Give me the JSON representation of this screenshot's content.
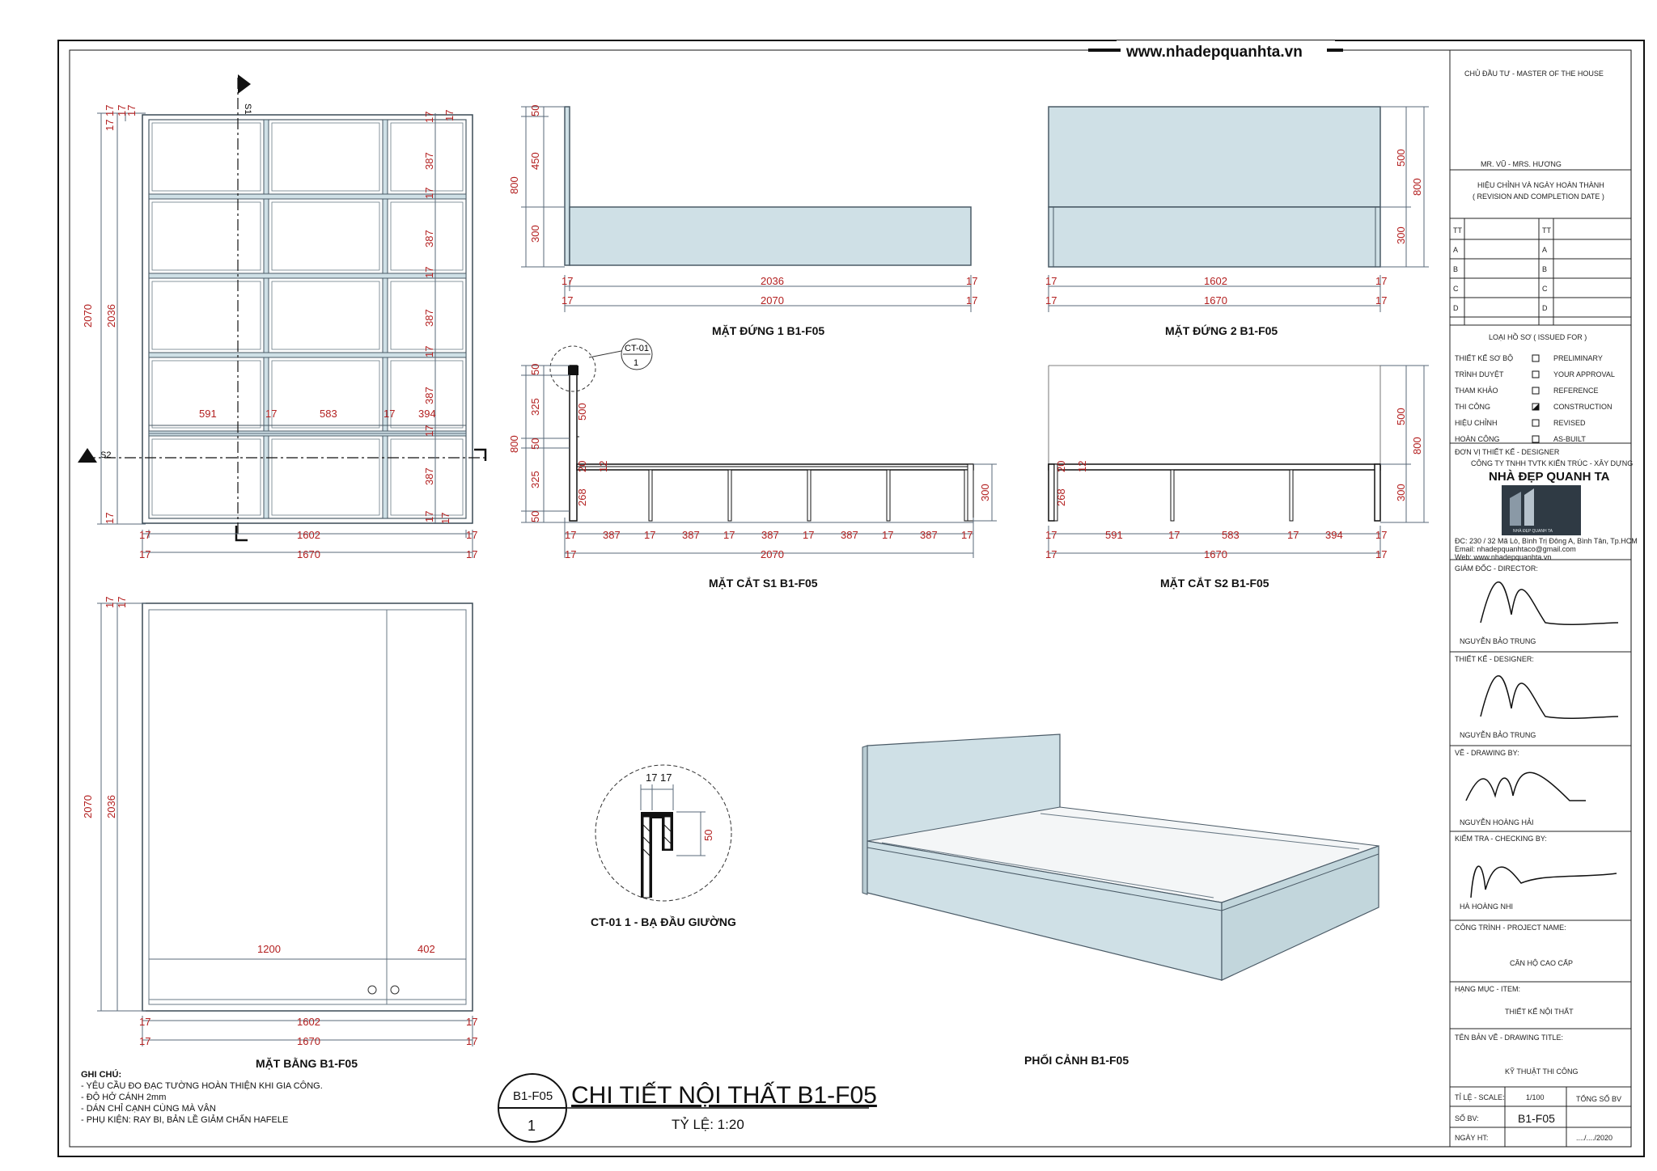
{
  "header": {
    "website": "www.nhadepquanhta.vn"
  },
  "views": {
    "elev1": {
      "title": "MẶT ĐỨNG 1 B1-F05",
      "dims": [
        "50",
        "450",
        "300",
        "800",
        "2036",
        "2070",
        "17",
        "17",
        "17",
        "17"
      ]
    },
    "elev2": {
      "title": "MẶT ĐỨNG 2 B1-F05",
      "dims": [
        "500",
        "300",
        "800",
        "1602",
        "1670",
        "17",
        "17",
        "17",
        "17"
      ]
    },
    "sec1": {
      "title": "MẶT CẮT S1 B1-F05",
      "dims": [
        "50",
        "325",
        "50",
        "325",
        "50",
        "800",
        "500",
        "20",
        "12",
        "268",
        "300",
        "387",
        "387",
        "387",
        "387",
        "387",
        "2070",
        "17",
        "17",
        "17",
        "17",
        "17",
        "17",
        "17"
      ],
      "callout": [
        "CT-01",
        "1"
      ]
    },
    "sec2": {
      "title": "MẶT CẮT S2 B1-F05",
      "dims": [
        "500",
        "300",
        "800",
        "20",
        "12",
        "268",
        "591",
        "583",
        "394",
        "1670",
        "17",
        "17",
        "17",
        "17",
        "17",
        "17"
      ]
    },
    "plan": {
      "dims": [
        "2070",
        "2036",
        "387",
        "387",
        "387",
        "387",
        "387",
        "591",
        "583",
        "394",
        "1602",
        "1670",
        "17",
        "17",
        "17",
        "17",
        "17",
        "17",
        "17",
        "17",
        "17",
        "17",
        "17",
        "17",
        "17",
        "17",
        "17",
        "17",
        "17",
        "17",
        "17"
      ],
      "markers": [
        "S1",
        "S2"
      ]
    },
    "bottomPlan": {
      "title": "MẶT BẰNG B1-F05",
      "dims": [
        "2070",
        "2036",
        "1200",
        "402",
        "1602",
        "1670",
        "17",
        "17",
        "17",
        "17",
        "17",
        "17"
      ]
    },
    "detail": {
      "title": "CT-01 1 - BẠ ĐẦU GIƯỜNG",
      "dims": [
        "17",
        "17",
        "50"
      ]
    },
    "perspective": {
      "title": "PHỐI CẢNH B1-F05"
    }
  },
  "notes": {
    "heading": "GHI CHÚ:",
    "lines": [
      "- YÊU CẦU ĐO ĐẠC TƯỜNG HOÀN THIỆN KHI GIA CÔNG.",
      "- ĐỘ HỞ CÁNH 2mm",
      "- DÁN CHỈ CẠNH CÙNG MÀ VÂN",
      "- PHỤ KIỆN: RAY BI, BẢN LỀ GIẢM CHẤN HAFELE"
    ]
  },
  "titleBlock": {
    "sheetCode": "B1-F05",
    "sheetNumber": "1",
    "mainTitle": "CHI TIẾT NỘI THẤT B1-F05",
    "scale": "TỶ LỆ: 1:20"
  },
  "sidebar": {
    "owner_label": "CHỦ ĐẦU TƯ - MASTER OF THE HOUSE",
    "owner_name": "MR. VŨ - MRS. HƯƠNG",
    "revision_label_1": "HIỆU CHỈNH VÀ NGÀY HOÀN THÀNH",
    "revision_label_2": "( REVISION AND COMPLETION DATE )",
    "revision_rows": [
      "TT",
      "A",
      "B",
      "C",
      "D"
    ],
    "issued_label": "LOẠI HỒ SƠ ( ISSUED FOR )",
    "issued": [
      {
        "vn": "THIẾT KẾ SƠ BỘ",
        "en": "PRELIMINARY",
        "checked": false
      },
      {
        "vn": "TRÌNH DUYỆT",
        "en": "YOUR APPROVAL",
        "checked": false
      },
      {
        "vn": "THAM KHẢO",
        "en": "REFERENCE",
        "checked": false
      },
      {
        "vn": "THI CÔNG",
        "en": "CONSTRUCTION",
        "checked": true
      },
      {
        "vn": "HIỆU CHỈNH",
        "en": "REVISED",
        "checked": false
      },
      {
        "vn": "HOÀN CÔNG",
        "en": "AS-BUILT",
        "checked": false
      }
    ],
    "designer_unit_label": "ĐƠN VỊ THIẾT KẾ - DESIGNER",
    "company_line": "CÔNG TY TNHH TVTK KIẾN TRÚC - XÂY DỰNG",
    "company_name": "NHÀ ĐẸP QUANH TA",
    "logo_text": "NHÀ ĐẸP QUANH TA",
    "address": "ĐC: 230 / 32  Mã Lò, Bình Trị Đông A, Bình Tân, Tp.HCM",
    "email": "Email:  nhadepquanhtaco@gmail.com",
    "web": "Web: www.nhadepquanhta.vn",
    "director_label": "GIÁM ĐỐC - DIRECTOR:",
    "director_name": "NGUYỄN BẢO TRUNG",
    "designer_label": "THIẾT KẾ - DESIGNER:",
    "designer_name": "NGUYỄN BẢO TRUNG",
    "drawing_label": "VẼ - DRAWING BY:",
    "drawing_name": "NGUYỄN HOÀNG HẢI",
    "checking_label": "KIỂM TRA - CHECKING BY:",
    "checking_name": "HÀ HOÀNG NHI",
    "project_label": "CÔNG TRÌNH - PROJECT NAME:",
    "project_name": "CĂN HỘ CAO CẤP",
    "item_label": "HẠNG MỤC - ITEM:",
    "item_name": "THIẾT KẾ NỘI THẤT",
    "drawing_title_label": "TÊN BẢN VẼ - DRAWING TITLE:",
    "drawing_title": "KỸ THUẬT THI CÔNG",
    "scale_label": "TỈ LỆ - SCALE:",
    "scale_value": "1/100",
    "total_label": "TỔNG SỐ BV",
    "sheet_label": "SỐ BV:",
    "sheet_value": "B1-F05",
    "date_label": "NGÀY HT:",
    "date_value": "..../..../2020"
  }
}
